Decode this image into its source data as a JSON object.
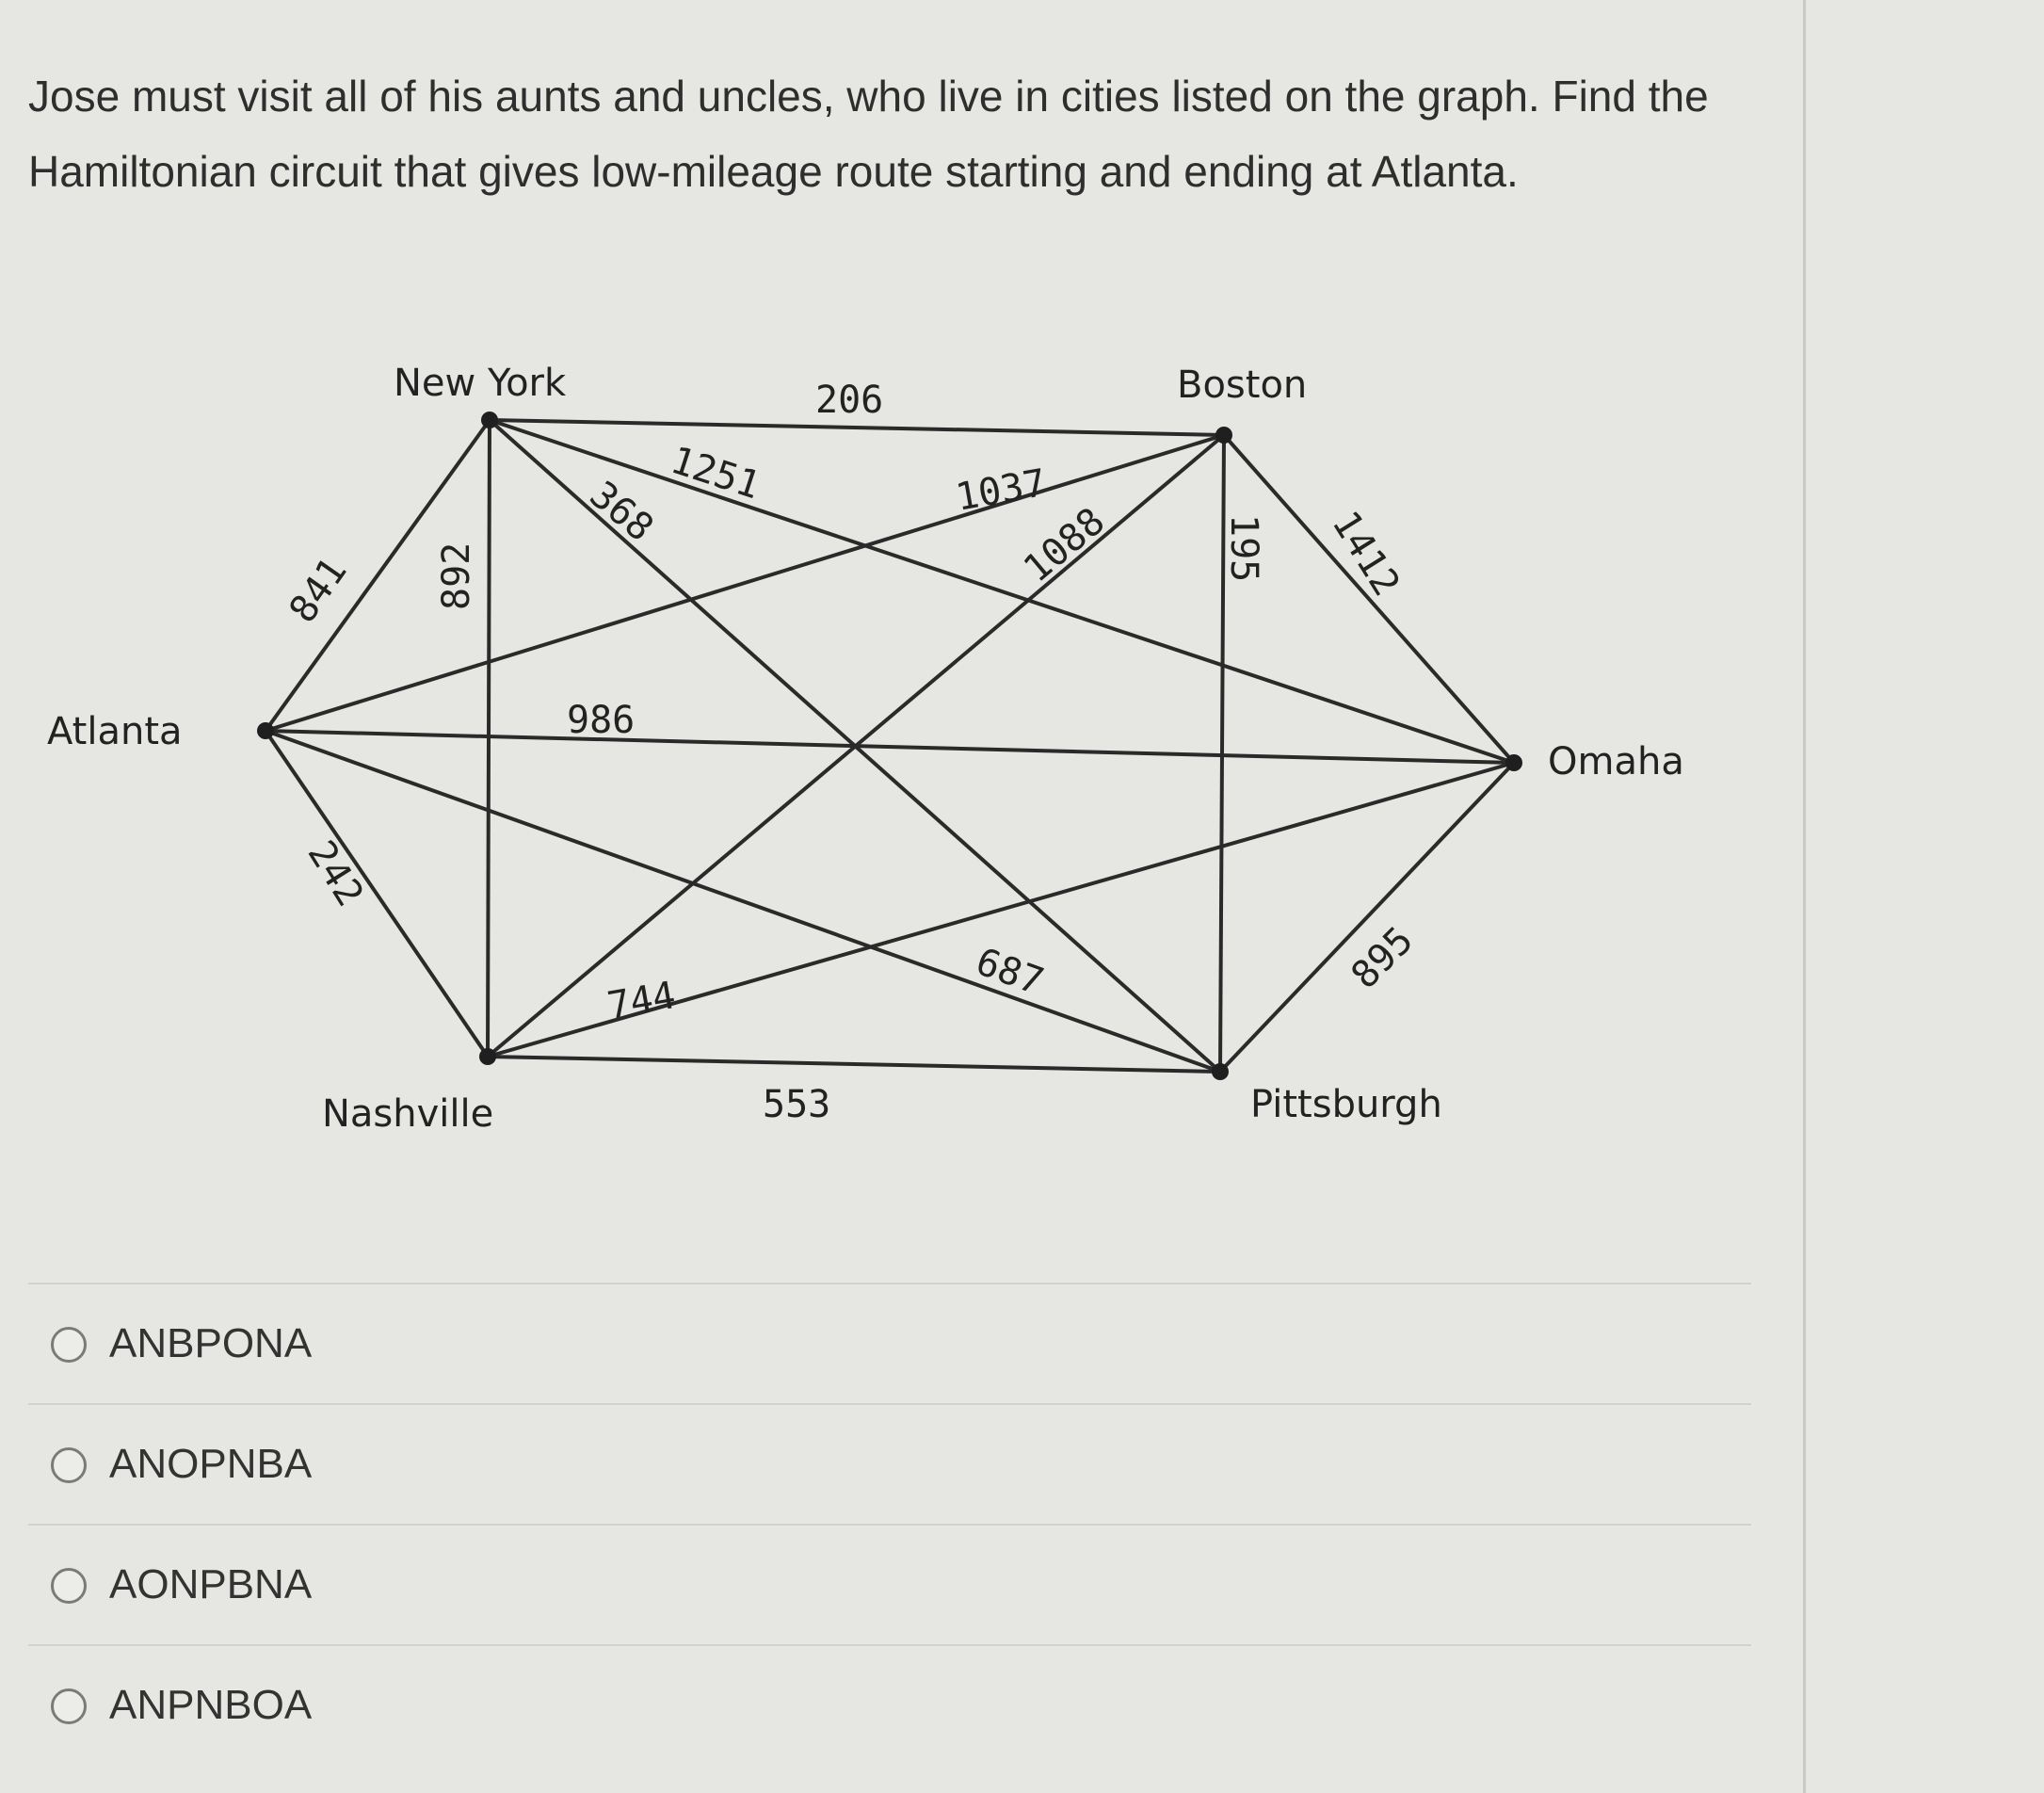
{
  "question": {
    "text": "Jose must visit all of his aunts and uncles, who live in cities listed on the graph. Find the Hamiltonian circuit that gives low-mileage route starting and ending at Atlanta."
  },
  "graph": {
    "nodes": {
      "atlanta": "Atlanta",
      "new_york": "New York",
      "boston": "Boston",
      "omaha": "Omaha",
      "pittsburgh": "Pittsburgh",
      "nashville": "Nashville"
    },
    "edges": [
      {
        "from": "Atlanta",
        "to": "New York",
        "weight": "841"
      },
      {
        "from": "Atlanta",
        "to": "Nashville",
        "weight": "242"
      },
      {
        "from": "Atlanta",
        "to": "Boston",
        "weight": "1037"
      },
      {
        "from": "Atlanta",
        "to": "Omaha",
        "weight": "986"
      },
      {
        "from": "Atlanta",
        "to": "Pittsburgh",
        "weight": "687"
      },
      {
        "from": "New York",
        "to": "Boston",
        "weight": "206"
      },
      {
        "from": "New York",
        "to": "Omaha",
        "weight": "1251"
      },
      {
        "from": "New York",
        "to": "Pittsburgh",
        "weight": "368"
      },
      {
        "from": "New York",
        "to": "Nashville",
        "weight": "892"
      },
      {
        "from": "Boston",
        "to": "Omaha",
        "weight": "1412"
      },
      {
        "from": "Boston",
        "to": "Pittsburgh",
        "weight": "195"
      },
      {
        "from": "Boston",
        "to": "Nashville",
        "weight": "1088"
      },
      {
        "from": "Omaha",
        "to": "Pittsburgh",
        "weight": "895"
      },
      {
        "from": "Omaha",
        "to": "Nashville",
        "weight": "744"
      },
      {
        "from": "Nashville",
        "to": "Pittsburgh",
        "weight": "553"
      }
    ]
  },
  "options": [
    {
      "label": "ANBPONA"
    },
    {
      "label": "ANOPNBA"
    },
    {
      "label": "AONPBNA"
    },
    {
      "label": "ANPNBOA"
    }
  ]
}
